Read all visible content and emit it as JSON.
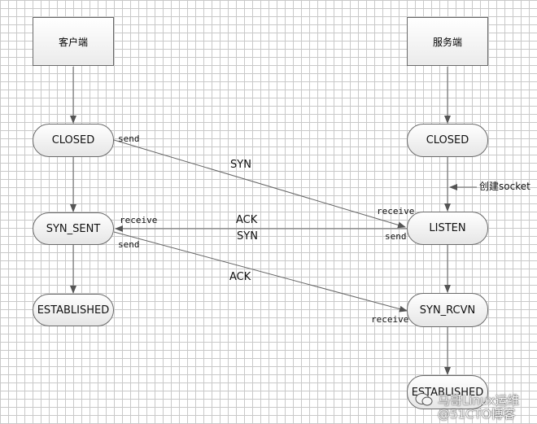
{
  "client_header": "客户端",
  "server_header": "服务端",
  "client_states": [
    "CLOSED",
    "SYN_SENT",
    "ESTABLISHED"
  ],
  "server_states": [
    "CLOSED",
    "LISTEN",
    "SYN_RCVN",
    "ESTABLISHED"
  ],
  "create_socket_label": "创建socket",
  "labels": {
    "syn1": "SYN",
    "ack2": "ACK",
    "syn2": "SYN",
    "ack3": "ACK",
    "send1": "send",
    "receive1": "receive",
    "receive2": "receive",
    "send2": "send",
    "send3": "send",
    "receive3": "receive"
  },
  "watermark": {
    "line1": "马哥Linux运维",
    "line2": "@51CTO博客"
  }
}
